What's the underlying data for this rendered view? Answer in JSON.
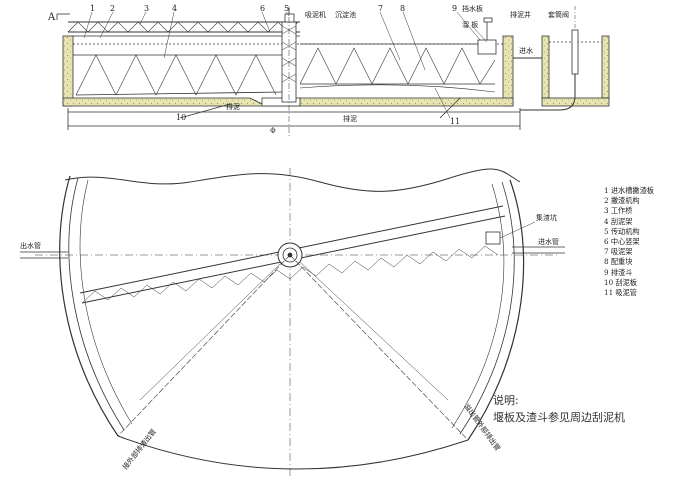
{
  "section": {
    "view_label": "A",
    "callouts": [
      "1",
      "2",
      "3",
      "4",
      "5",
      "6",
      "7",
      "8",
      "9",
      "10",
      "11"
    ],
    "texts": {
      "sludge_suction": "吸泥机",
      "sedimentation_tank": "沉淀池",
      "scum_board": "挡水板",
      "weir_board": "溜 板",
      "sludge_well": "排泥井",
      "sleeve_valve": "套筒阀",
      "water_inlet": "进水",
      "sludge_discharge_1": "排泥",
      "sludge_discharge_2": "排泥",
      "diameter": "Φ"
    }
  },
  "plan": {
    "outlet_pipe": "出水管",
    "inlet_pipe": "进水管",
    "scum_well": "集渣坑",
    "radial_left": "接外部排渣出管",
    "radial_right": "溢出管外部排出管"
  },
  "legend": [
    "1 进水槽撇渣板",
    "2 撇渣机构",
    "3 工作桥",
    "4 刮泥架",
    "5 传动机构",
    "6 中心竖架",
    "7 吸泥架",
    "8 配重块",
    "9 排渣斗",
    "10 刮泥板",
    "11 吸泥管"
  ],
  "note": {
    "title": "说明:",
    "text": "堰板及渣斗参见周边刮泥机"
  },
  "colors": {
    "concrete": "#e8e4b2",
    "line": "#333333"
  }
}
